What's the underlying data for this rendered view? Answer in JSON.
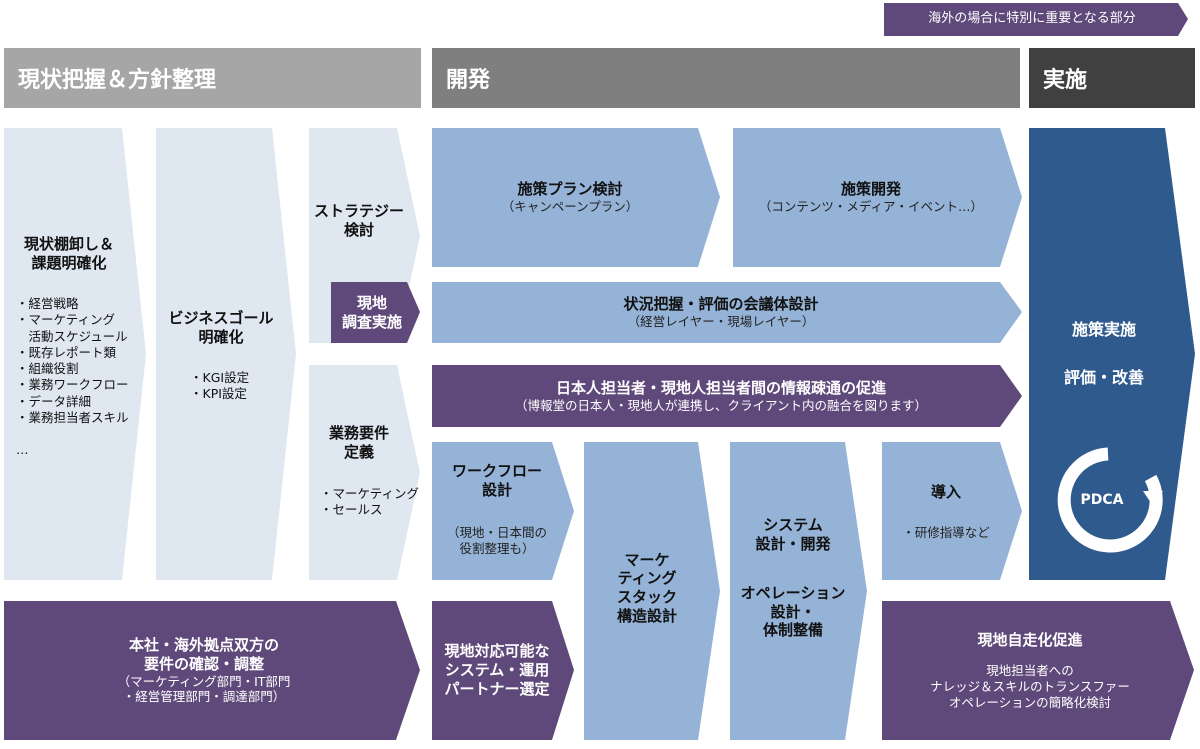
{
  "legend": "海外の場合に特別に重要となる部分",
  "headers": {
    "phase1": "現状把握＆方針整理",
    "phase2": "開発",
    "phase3": "実施"
  },
  "col1": {
    "title": [
      "現状棚卸し＆",
      "課題明確化"
    ],
    "items": [
      "・経営戦略",
      "・マーケティング",
      "　活動スケジュール",
      "・既存レポート類",
      "・組織役割",
      "・業務ワークフロー",
      "・データ詳細",
      "・業務担当者スキル",
      "",
      "…"
    ]
  },
  "col2": {
    "title": [
      "ビジネスゴール",
      "明確化"
    ],
    "items": [
      "・KGI設定",
      "・KPI設定"
    ]
  },
  "strategy": [
    "ストラテジー",
    "検討"
  ],
  "survey": [
    "現地",
    "調査実施"
  ],
  "requirements": {
    "title": [
      "業務要件",
      "定義"
    ],
    "items": [
      "・マーケティング",
      "・セールス"
    ]
  },
  "hq_box": {
    "title": [
      "本社・海外拠点双方の",
      "要件の確認・調整"
    ],
    "sub": [
      "（マーケティング部門・IT部門",
      "・経営管理部門・調達部門）"
    ]
  },
  "plan": {
    "title": "施策プラン検討",
    "sub": "（キャンペーンプラン）"
  },
  "dev": {
    "title": "施策開発",
    "sub": "（コンテンツ・メディア・イベント…）"
  },
  "meeting": {
    "title": "状況把握・評価の会議体設計",
    "sub": "（経営レイヤー・現場レイヤー）"
  },
  "comm": {
    "title": "日本人担当者・現地人担当者間の情報疎通の促進",
    "sub": "（博報堂の日本人・現地人が連携し、クライアント内の融合を図ります）"
  },
  "workflow": {
    "title": [
      "ワークフロー",
      "設計"
    ],
    "sub": [
      "（現地・日本間の",
      "役割整理も）"
    ]
  },
  "stack": [
    "マーケ",
    "ティング",
    "スタック",
    "構造設計"
  ],
  "system": {
    "title": [
      "システム",
      "設計・開発"
    ],
    "title2": [
      "オペレーション",
      "設計・",
      "体制整備"
    ]
  },
  "intro": {
    "title": "導入",
    "sub": "・研修指導など"
  },
  "partner": [
    "現地対応可能な",
    "システム・運用",
    "パートナー選定"
  ],
  "autonomy": {
    "title": "現地自走化促進",
    "sub": [
      "現地担当者への",
      "ナレッジ＆スキルのトランスファー",
      "オペレーションの簡略化検討"
    ]
  },
  "execution": {
    "title": "施策実施",
    "title2": "評価・改善",
    "pdca": "PDCA"
  },
  "colors": {
    "light": "#dfe7f1",
    "mid": "#95b3d7",
    "purple": "#5f497a",
    "navy": "#2f5a8e",
    "grayHeader": "#a6a6a6",
    "darkGrayHeader": "#7f7f7f",
    "blackHeader": "#404040"
  }
}
